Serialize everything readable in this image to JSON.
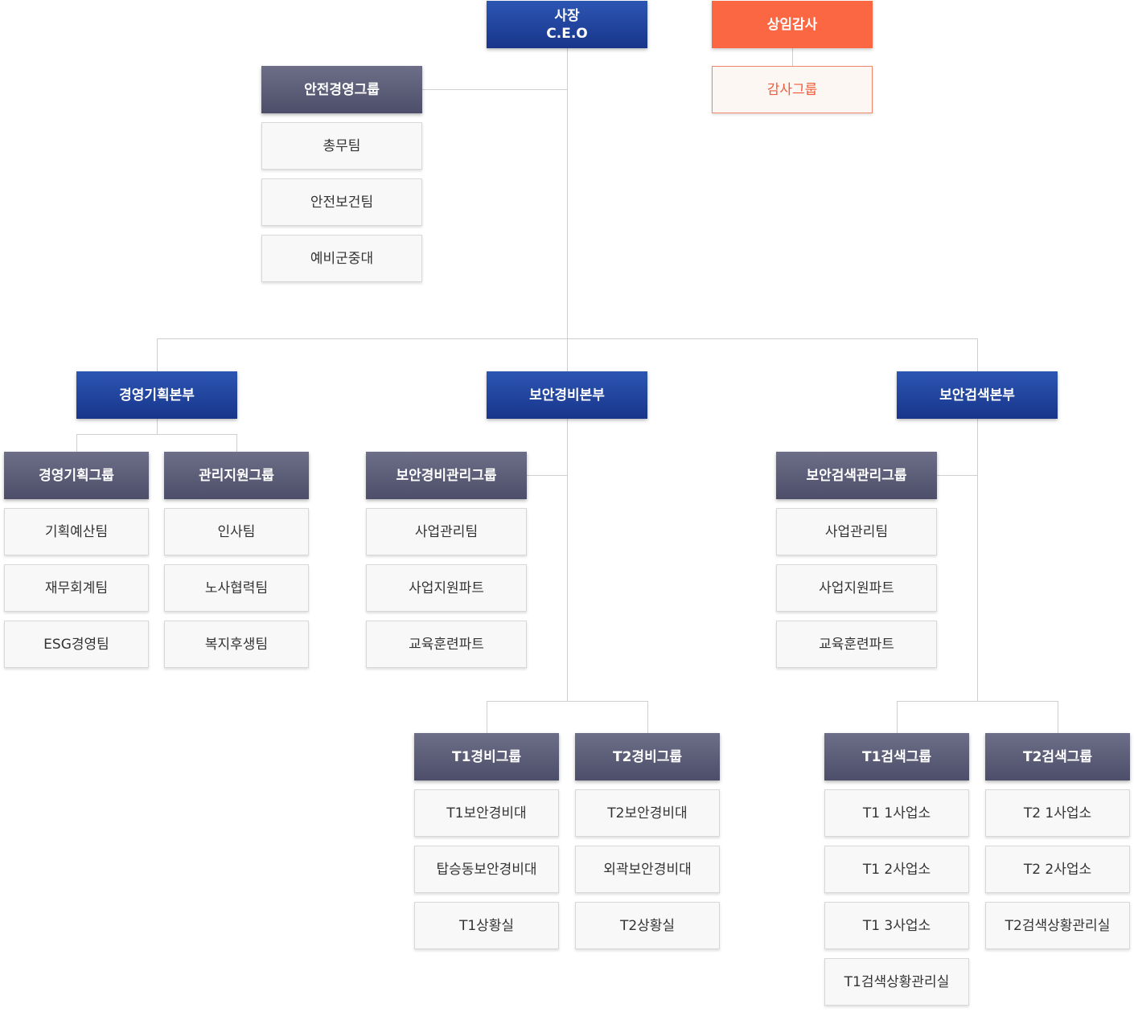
{
  "ceo": {
    "title": "사장",
    "subtitle": "C.E.O"
  },
  "audit": {
    "title": "상임감사",
    "group": "감사그룹"
  },
  "safety": {
    "title": "안전경영그룹",
    "teams": [
      "총무팀",
      "안전보건팀",
      "예비군중대"
    ]
  },
  "divisions": [
    {
      "title": "경영기획본부",
      "groups": [
        {
          "title": "경영기획그룹",
          "teams": [
            "기획예산팀",
            "재무회계팀",
            "ESG경영팀"
          ]
        },
        {
          "title": "관리지원그룹",
          "teams": [
            "인사팀",
            "노사협력팀",
            "복지후생팀"
          ]
        }
      ]
    },
    {
      "title": "보안경비본부",
      "mgmt": {
        "title": "보안경비관리그룹",
        "teams": [
          "사업관리팀",
          "사업지원파트",
          "교육훈련파트"
        ]
      },
      "groups": [
        {
          "title": "T1경비그룹",
          "teams": [
            "T1보안경비대",
            "탑승동보안경비대",
            "T1상황실"
          ]
        },
        {
          "title": "T2경비그룹",
          "teams": [
            "T2보안경비대",
            "외곽보안경비대",
            "T2상황실"
          ]
        }
      ]
    },
    {
      "title": "보안검색본부",
      "mgmt": {
        "title": "보안검색관리그룹",
        "teams": [
          "사업관리팀",
          "사업지원파트",
          "교육훈련파트"
        ]
      },
      "groups": [
        {
          "title": "T1검색그룹",
          "teams": [
            "T1 1사업소",
            "T1 2사업소",
            "T1 3사업소",
            "T1검색상황관리실"
          ]
        },
        {
          "title": "T2검색그룹",
          "teams": [
            "T2 1사업소",
            "T2 2사업소",
            "T2검색상황관리실"
          ]
        }
      ]
    }
  ]
}
